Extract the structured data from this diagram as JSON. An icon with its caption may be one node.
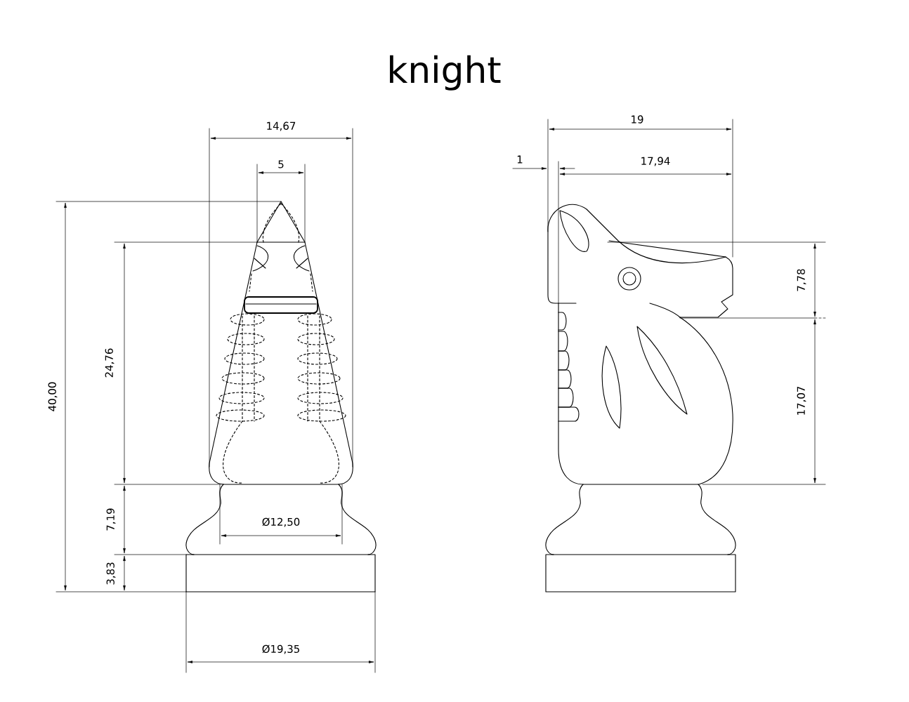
{
  "diagram": {
    "title": "knight",
    "labels": [
      "14,67",
      "19",
      "5",
      "1",
      "17,94",
      "40,00",
      "24,76",
      "7,78",
      "17,07",
      "Ø12,50",
      "7,19",
      "3,83",
      "Ø19,35"
    ]
  }
}
